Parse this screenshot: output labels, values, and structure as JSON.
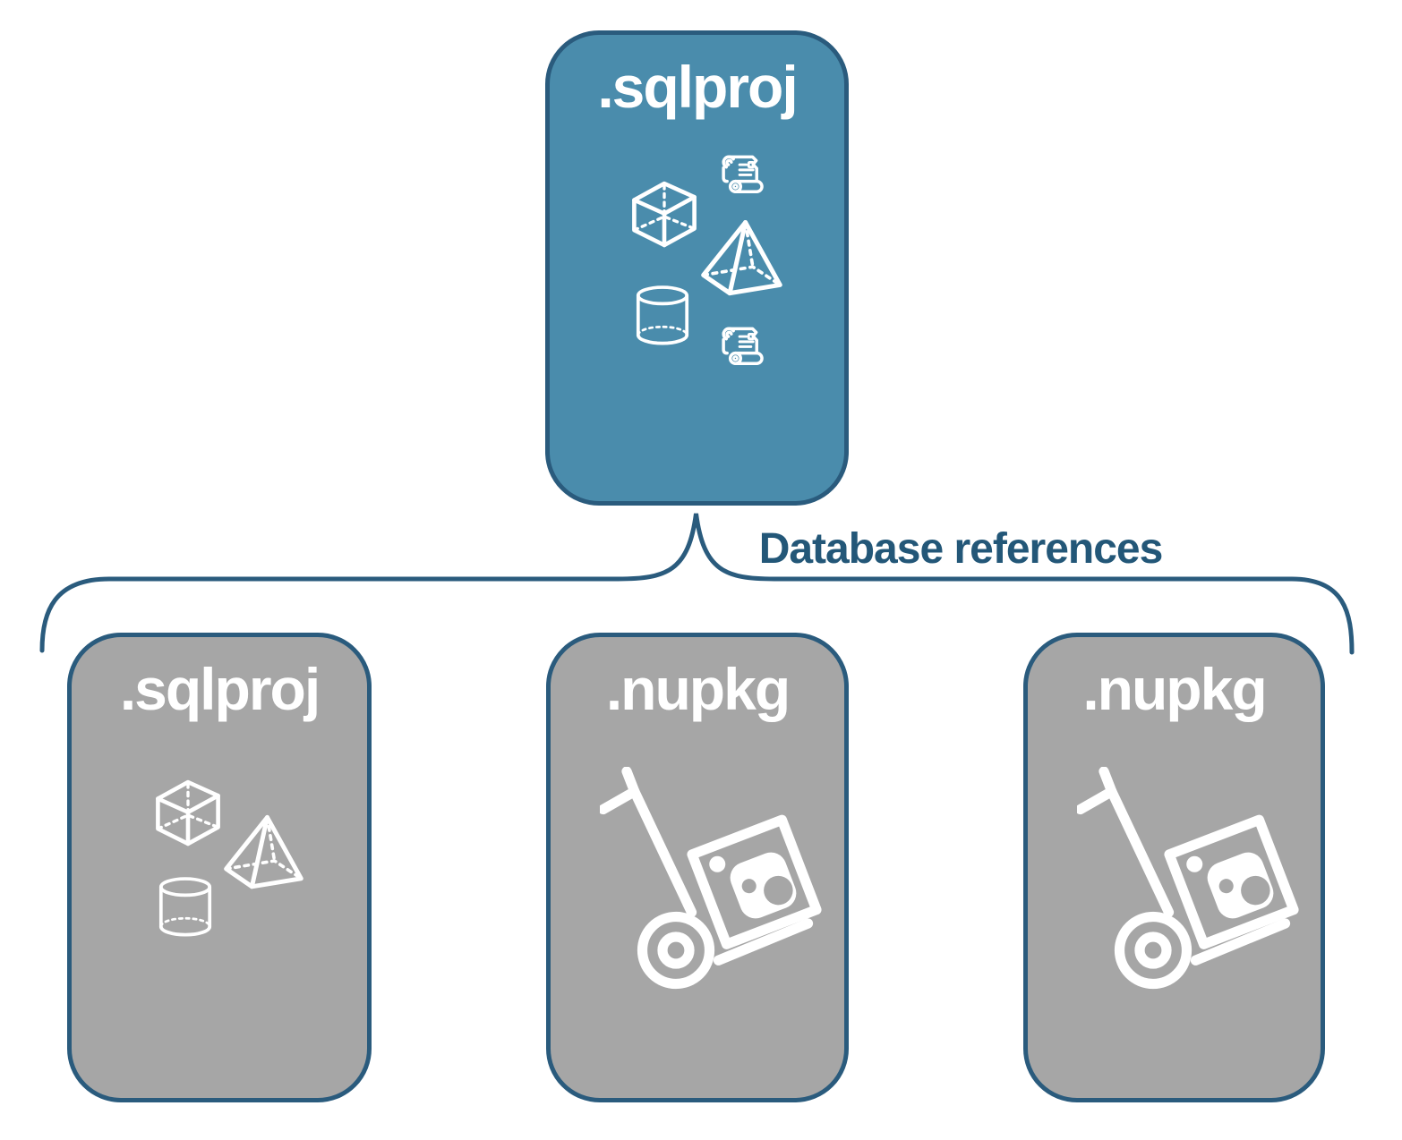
{
  "parent": {
    "label": ".sqlproj",
    "icons": [
      "cube-icon",
      "script-scroll-icon",
      "pyramid-icon",
      "cylinder-icon",
      "script-scroll-icon"
    ]
  },
  "edge_label": "Database references",
  "children": [
    {
      "label": ".sqlproj",
      "icons": [
        "cube-icon",
        "pyramid-icon",
        "cylinder-icon"
      ]
    },
    {
      "label": ".nupkg",
      "icons": [
        "handtruck-package-icon"
      ]
    },
    {
      "label": ".nupkg",
      "icons": [
        "handtruck-package-icon"
      ]
    }
  ],
  "colors": {
    "parent_fill": "#4A8CAC",
    "child_fill": "#A6A6A6",
    "node_border": "#2A5B7D",
    "brace_line": "#2A5B7D",
    "edge_label_color": "#235778",
    "node_label_color": "#FFFFFF",
    "icon_color": "#FFFFFF",
    "background": "#FFFFFF"
  }
}
